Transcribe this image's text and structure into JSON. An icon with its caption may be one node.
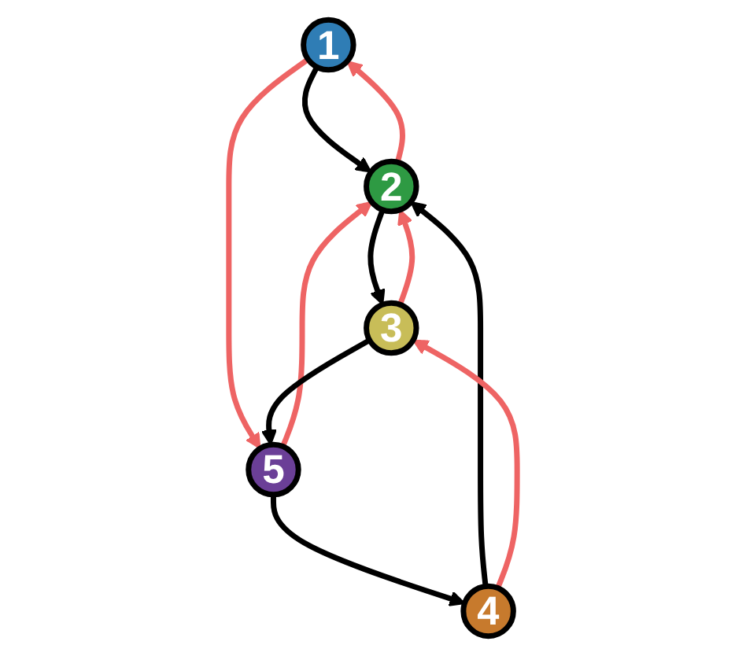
{
  "diagram": {
    "nodes": [
      {
        "text": [
          "1"
        ]
      },
      {
        "text": [
          "2"
        ]
      },
      {
        "text": [
          "3"
        ]
      },
      {
        "text": [
          "4"
        ]
      },
      {
        "text": [
          "5"
        ]
      }
    ],
    "edges": [
      {
        "from": 0,
        "to": 1,
        "arrow": "to"
      },
      {
        "from": 1,
        "to": 0,
        "arrow": "to",
        "color": "#ee6464"
      },
      {
        "from": 0,
        "to": 4,
        "arrow": "to",
        "color": "#ee6464"
      },
      {
        "from": 4,
        "to": 1,
        "arrow": "to",
        "color": "#ee6464"
      },
      {
        "from": 1,
        "to": 2,
        "arrow": "to"
      },
      {
        "from": 2,
        "to": 1,
        "arrow": "to",
        "color": "#ee6464"
      },
      {
        "from": 3,
        "to": 1,
        "arrow": "to"
      },
      {
        "from": 4,
        "to": 3,
        "arrow": "to"
      },
      {
        "from": 2,
        "to": 4,
        "arrow": "to"
      },
      {
        "from": 3,
        "to": 2,
        "arrow": "to",
        "color": "#ee6464"
      }
    ]
  }
}
